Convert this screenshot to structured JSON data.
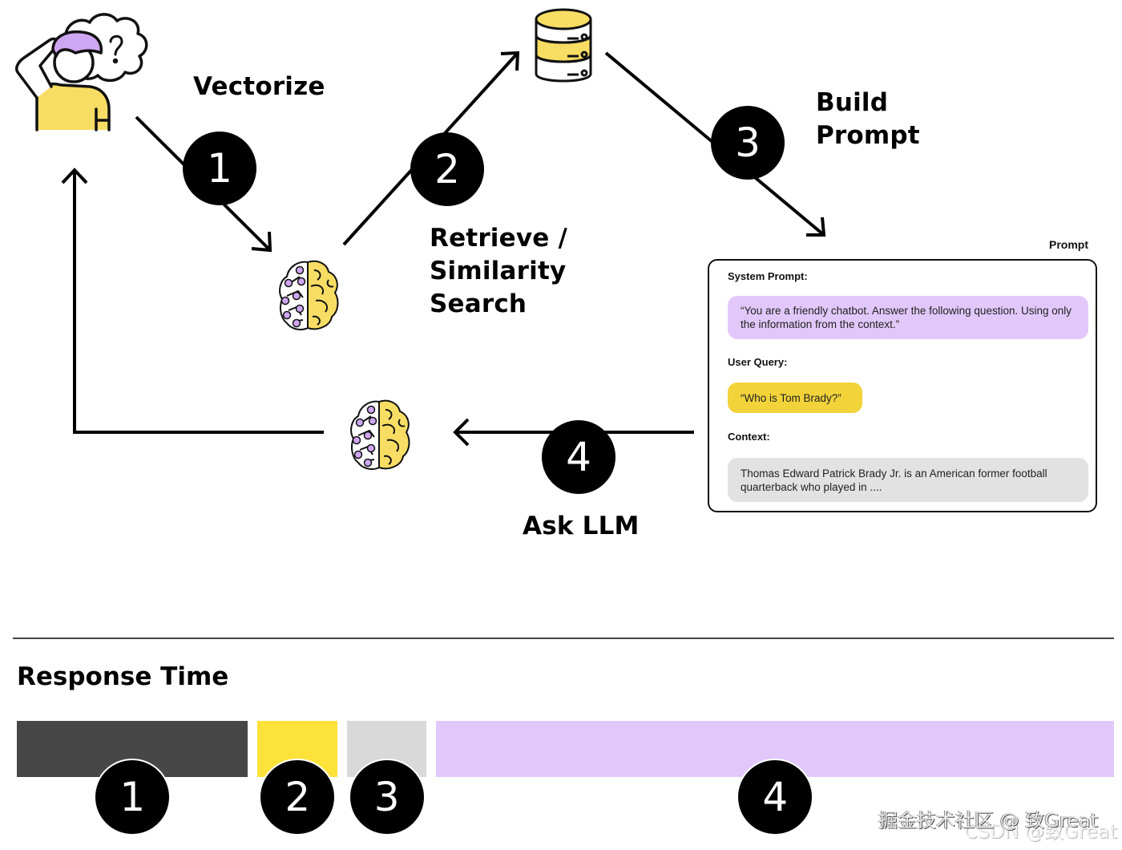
{
  "diagram": {
    "steps": [
      {
        "number": "1",
        "label": "Vectorize"
      },
      {
        "number": "2",
        "label_lines": [
          "Retrieve /",
          "Similarity",
          "Search"
        ]
      },
      {
        "number": "3",
        "label_lines": [
          "Build",
          "Prompt"
        ]
      },
      {
        "number": "4",
        "label": "Ask LLM"
      }
    ],
    "icons": [
      "confused-person-icon",
      "database-icon",
      "brain-icon",
      "brain-icon"
    ]
  },
  "prompt_card": {
    "title": "Prompt",
    "system_prompt_label": "System Prompt:",
    "system_prompt_text": "“You are a friendly chatbot. Answer the following question. Using only the information from the context.”",
    "user_query_label": "User Query:",
    "user_query_text": "“Who is Tom Brady?”",
    "context_label": "Context:",
    "context_text": "Thomas Edward Patrick Brady Jr. is an American former football quarterback who played in ...."
  },
  "response_time": {
    "title": "Response Time",
    "segments": [
      {
        "number": "1",
        "relative_duration": 29,
        "color": "#474747"
      },
      {
        "number": "2",
        "relative_duration": 10,
        "color": "#fde23a"
      },
      {
        "number": "3",
        "relative_duration": 10,
        "color": "#d9d9d9"
      },
      {
        "number": "4",
        "relative_duration": 85,
        "color": "#e2c8fa"
      }
    ]
  },
  "colors": {
    "yellow": "#f7dd63",
    "purple": "#cfa6f2",
    "lavender_pill": "#e2c8fa",
    "yellow_pill": "#f2d33a",
    "gray_pill": "#e2e2e2"
  },
  "watermark": {
    "primary": "掘金技术社区 @ 致Great",
    "secondary": "CSDN @致Great"
  }
}
